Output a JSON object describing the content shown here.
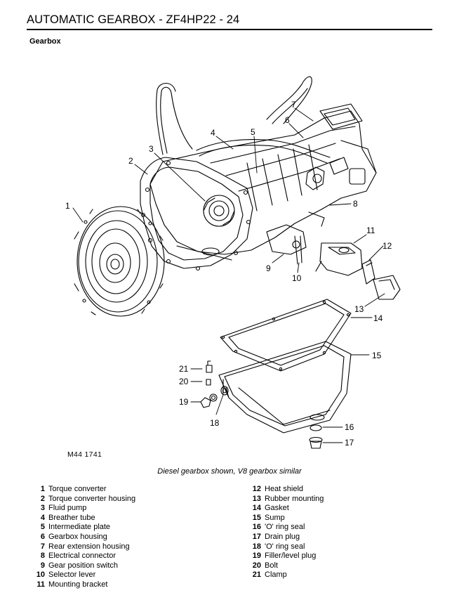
{
  "header": {
    "title": "AUTOMATIC GEARBOX - ZF4HP22 - 24"
  },
  "section": {
    "title": "Gearbox"
  },
  "figure": {
    "reference": "M44 1741",
    "caption": "Diesel gearbox shown, V8 gearbox similar",
    "callouts": [
      "1",
      "2",
      "3",
      "4",
      "5",
      "6",
      "7",
      "8",
      "9",
      "10",
      "11",
      "12",
      "13",
      "14",
      "15",
      "16",
      "17",
      "18",
      "19",
      "20",
      "21"
    ]
  },
  "legend": {
    "left": [
      {
        "num": "1",
        "label": "Torque converter"
      },
      {
        "num": "2",
        "label": "Torque converter housing"
      },
      {
        "num": "3",
        "label": "Fluid pump"
      },
      {
        "num": "4",
        "label": "Breather tube"
      },
      {
        "num": "5",
        "label": "Intermediate plate"
      },
      {
        "num": "6",
        "label": "Gearbox housing"
      },
      {
        "num": "7",
        "label": "Rear extension housing"
      },
      {
        "num": "8",
        "label": "Electrical connector"
      },
      {
        "num": "9",
        "label": "Gear position switch"
      },
      {
        "num": "10",
        "label": "Selector lever"
      },
      {
        "num": "11",
        "label": "Mounting bracket"
      }
    ],
    "right": [
      {
        "num": "12",
        "label": "Heat shield"
      },
      {
        "num": "13",
        "label": "Rubber mounting"
      },
      {
        "num": "14",
        "label": "Gasket"
      },
      {
        "num": "15",
        "label": "Sump"
      },
      {
        "num": "16",
        "label": "'O' ring seal"
      },
      {
        "num": "17",
        "label": "Drain plug"
      },
      {
        "num": "18",
        "label": "'O' ring seal"
      },
      {
        "num": "19",
        "label": "Filler/level plug"
      },
      {
        "num": "20",
        "label": "Bolt"
      },
      {
        "num": "21",
        "label": "Clamp"
      }
    ]
  }
}
